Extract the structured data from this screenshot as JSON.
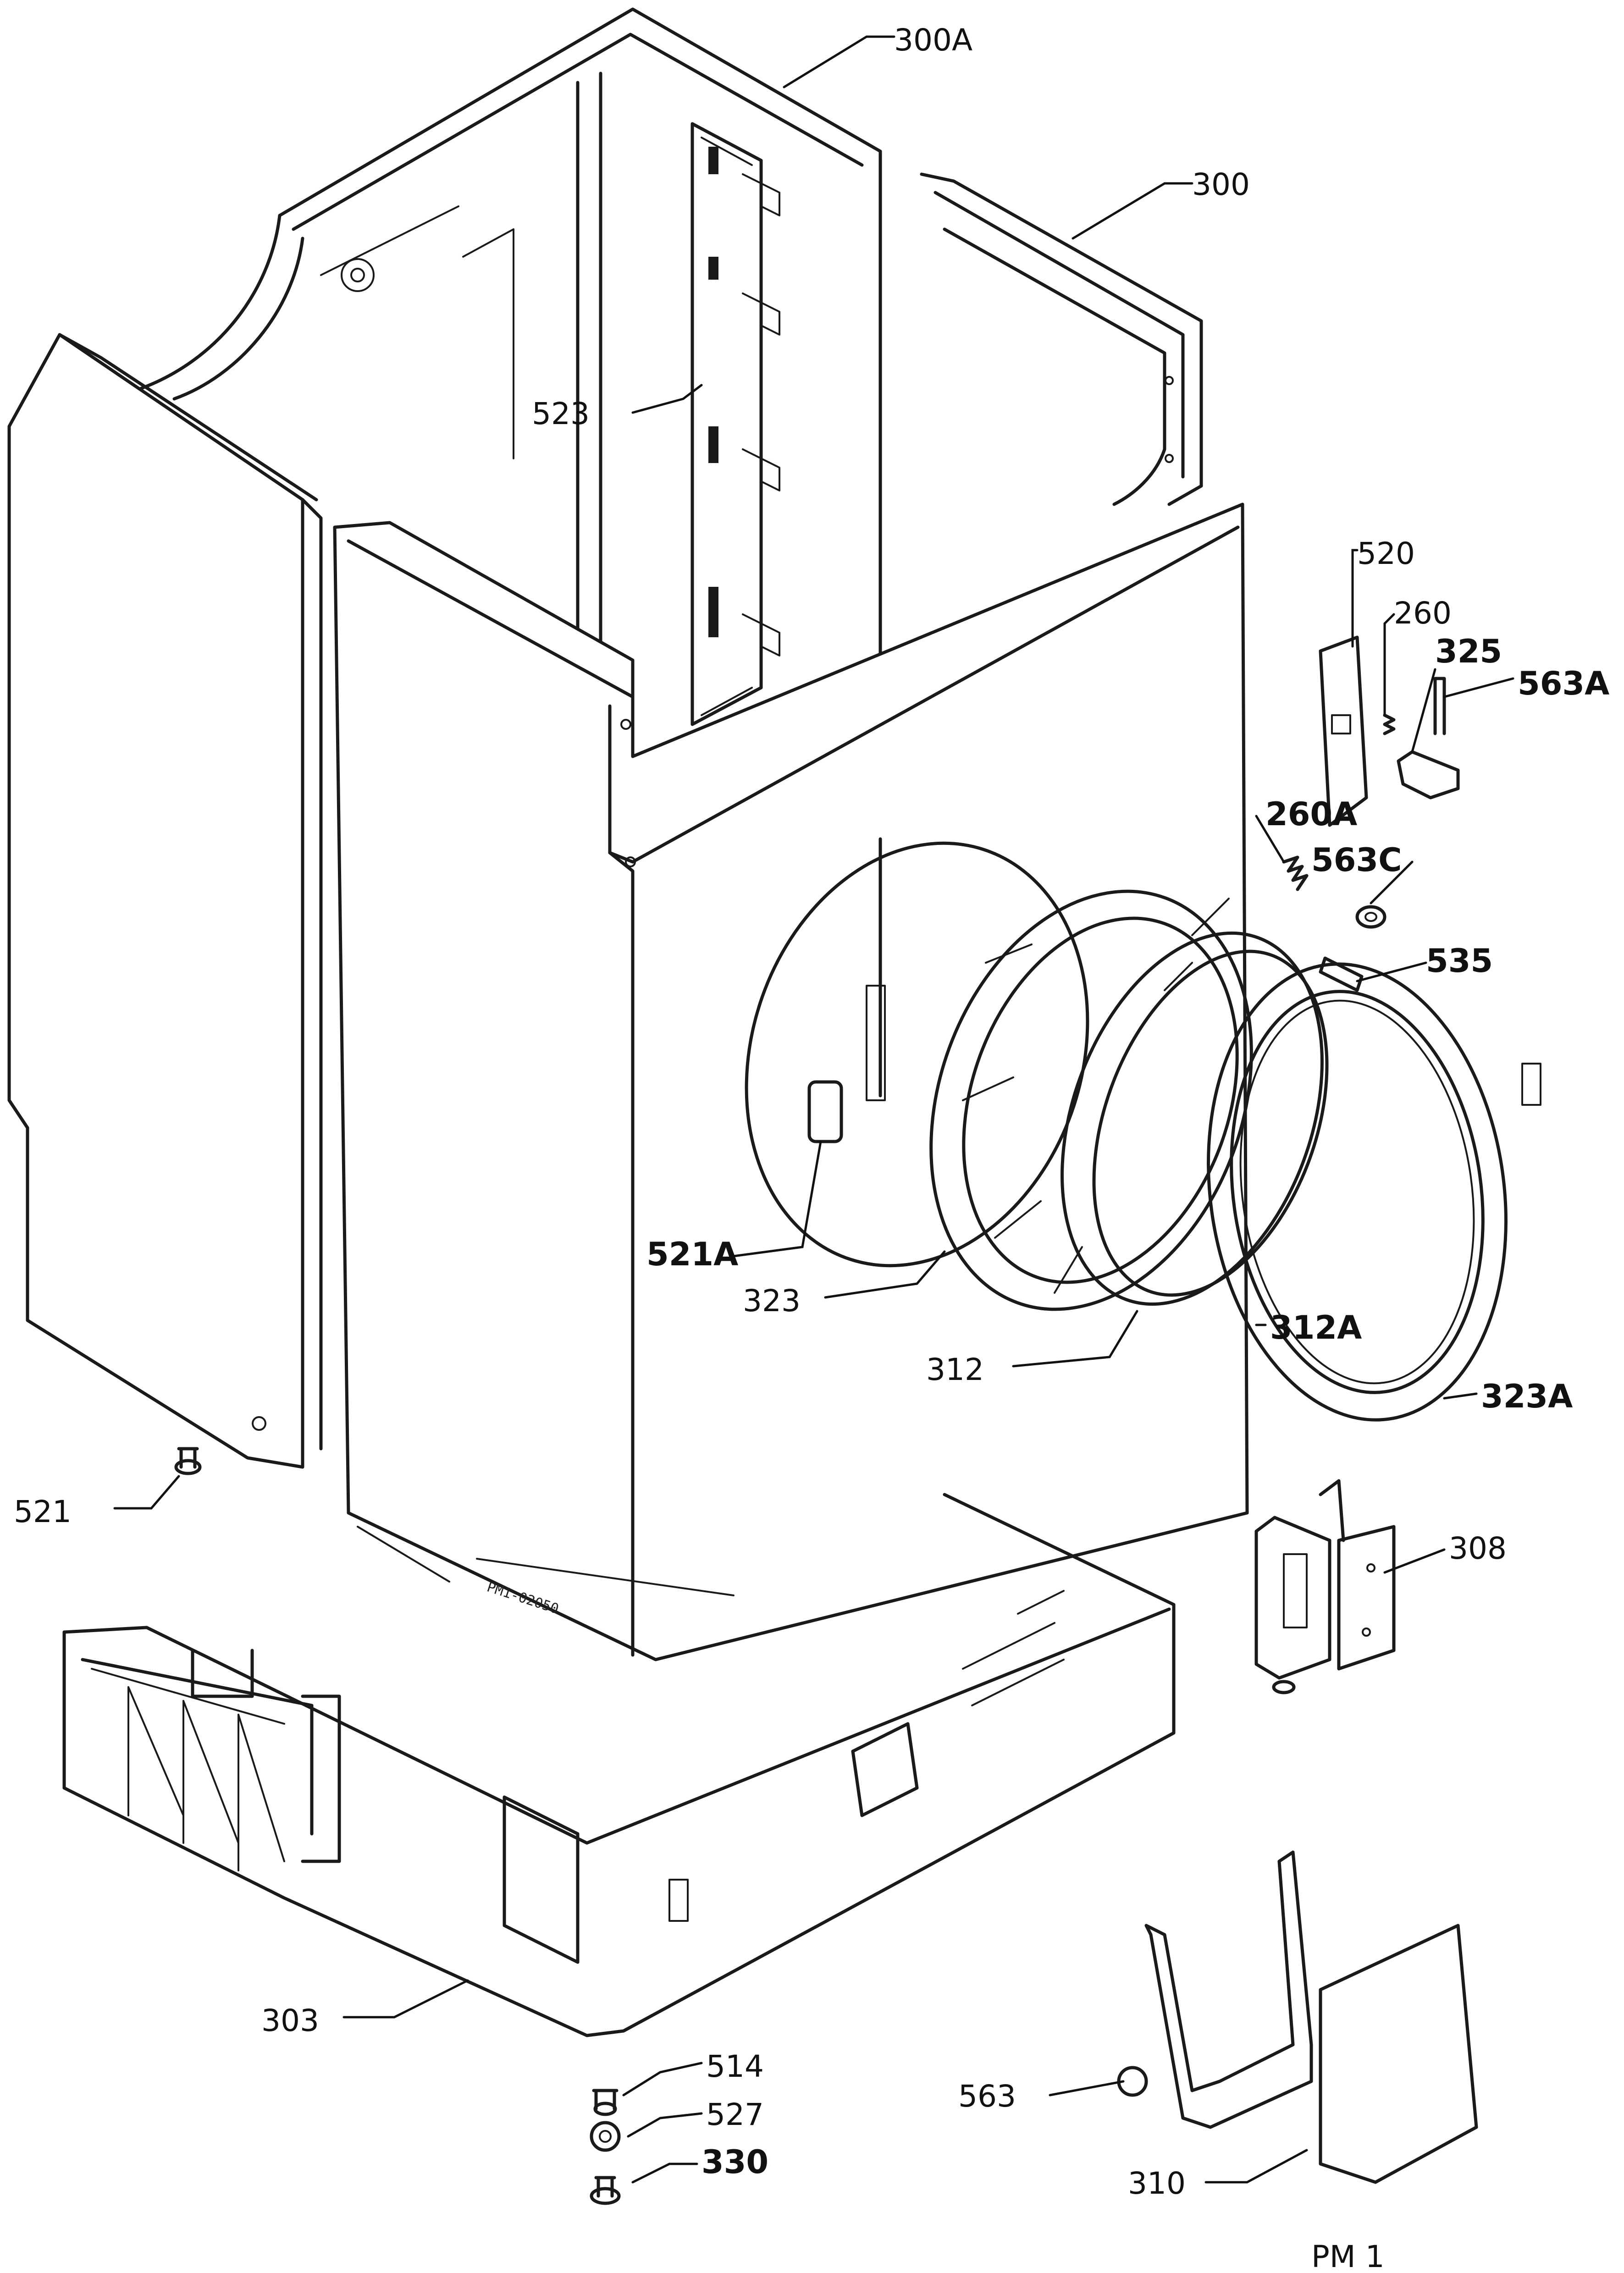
{
  "labels": {
    "l300A": "300A",
    "l300": "300",
    "l523": "523",
    "l520": "520",
    "l260": "260",
    "l325": "325",
    "l563A": "563A",
    "l260A": "260A",
    "l563C": "563C",
    "l535": "535",
    "l521A": "521A",
    "l323": "323",
    "l312": "312",
    "l312A": "312A",
    "l323A": "323A",
    "l521": "521",
    "l308": "308",
    "l303": "303",
    "l514": "514",
    "l527": "527",
    "l330": "330",
    "l563": "563",
    "l310": "310"
  },
  "panel_stamp": "PM1-02050",
  "page_code": "PM 1"
}
